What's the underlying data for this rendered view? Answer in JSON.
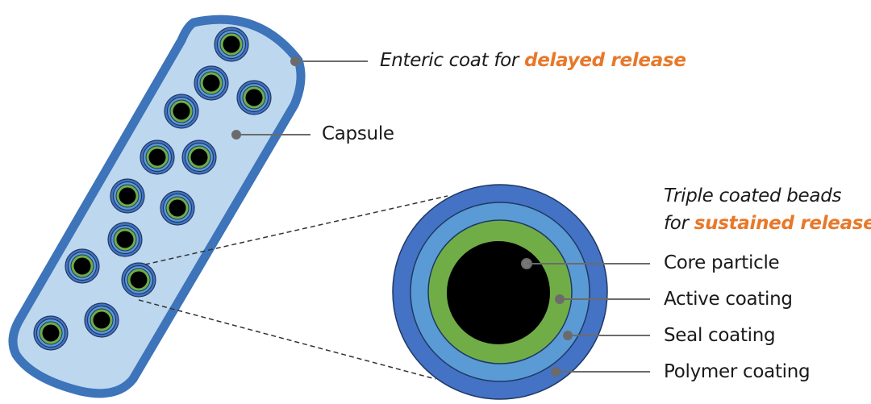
{
  "title": "Triple coated bead capsule diagram",
  "colors": {
    "capsule_outline": "#3d74ba",
    "capsule_fill": "#bdd7ee",
    "polymer_coating": "#4472c4",
    "seal_coating": "#5b9bd5",
    "active_coating": "#70ad47",
    "core_particle": "#000000",
    "leader_line": "#6b6b6b",
    "highlight_text": "#e8782a"
  },
  "labels": {
    "enteric": {
      "prefix": "Enteric coat for ",
      "highlight": "delayed release"
    },
    "capsule": "Capsule",
    "beads_heading": {
      "line1": "Triple coated beads",
      "line2_prefix": "for ",
      "line2_highlight": "sustained release"
    },
    "layers": [
      {
        "id": "core",
        "label": "Core particle"
      },
      {
        "id": "active",
        "label": "Active coating"
      },
      {
        "id": "seal",
        "label": "Seal coating"
      },
      {
        "id": "polymer",
        "label": "Polymer coating"
      }
    ]
  },
  "bead_count": 13
}
